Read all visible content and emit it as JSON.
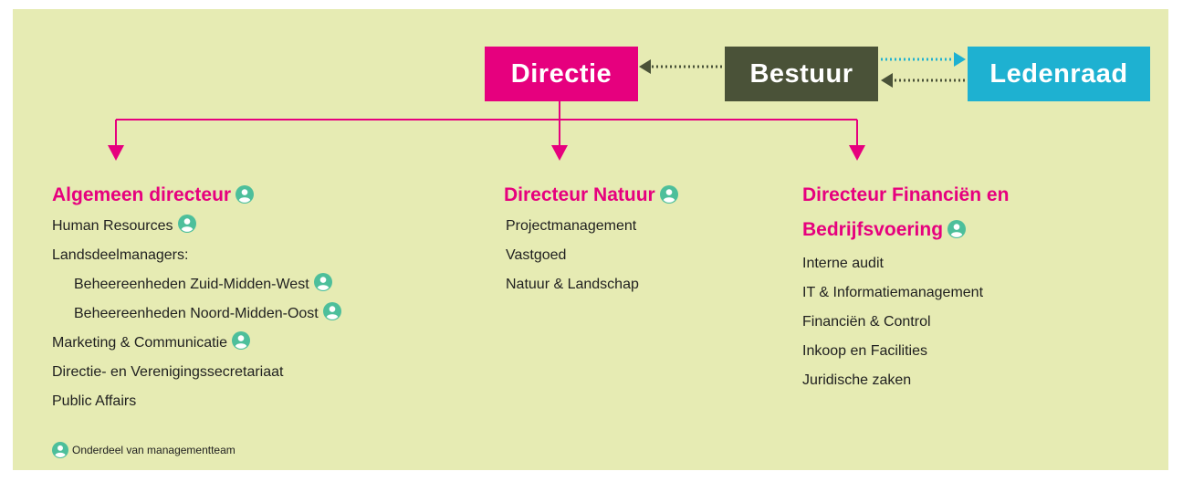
{
  "colors": {
    "background": "#e6ebb3",
    "magenta": "#e6007e",
    "dark_green": "#4a5238",
    "cyan": "#1eb1d1",
    "icon_green": "#4dbf9b"
  },
  "top": {
    "directie": "Directie",
    "bestuur": "Bestuur",
    "ledenraad": "Ledenraad"
  },
  "columns": [
    {
      "title": "Algemeen directeur",
      "items": [
        {
          "label": "Human Resources",
          "mt": true,
          "indent": false
        },
        {
          "label": "Landsdeelmanagers:",
          "mt": false,
          "indent": false
        },
        {
          "label": "Beheereenheden Zuid-Midden-West",
          "mt": true,
          "indent": true
        },
        {
          "label": "Beheereenheden Noord-Midden-Oost",
          "mt": true,
          "indent": true
        },
        {
          "label": "Marketing & Communicatie",
          "mt": true,
          "indent": false
        },
        {
          "label": "Directie- en Verenigingssecretariaat",
          "mt": false,
          "indent": false
        },
        {
          "label": "Public Affairs",
          "mt": false,
          "indent": false
        }
      ]
    },
    {
      "title": "Directeur Natuur",
      "items": [
        {
          "label": "Projectmanagement",
          "mt": false,
          "indent": false
        },
        {
          "label": "Vastgoed",
          "mt": false,
          "indent": false
        },
        {
          "label": "Natuur & Landschap",
          "mt": false,
          "indent": false
        }
      ]
    },
    {
      "title_line1": "Directeur Financiën en",
      "title_line2": "Bedrijfsvoering",
      "items": [
        {
          "label": "Interne audit",
          "mt": false,
          "indent": false
        },
        {
          "label": "IT & Informatiemanagement",
          "mt": false,
          "indent": false
        },
        {
          "label": "Financiën & Control",
          "mt": false,
          "indent": false
        },
        {
          "label": "Inkoop en Facilities",
          "mt": false,
          "indent": false
        },
        {
          "label": "Juridische zaken",
          "mt": false,
          "indent": false
        }
      ]
    }
  ],
  "legend": {
    "label": "Onderdeel van managementteam",
    "icon": "person-icon"
  }
}
